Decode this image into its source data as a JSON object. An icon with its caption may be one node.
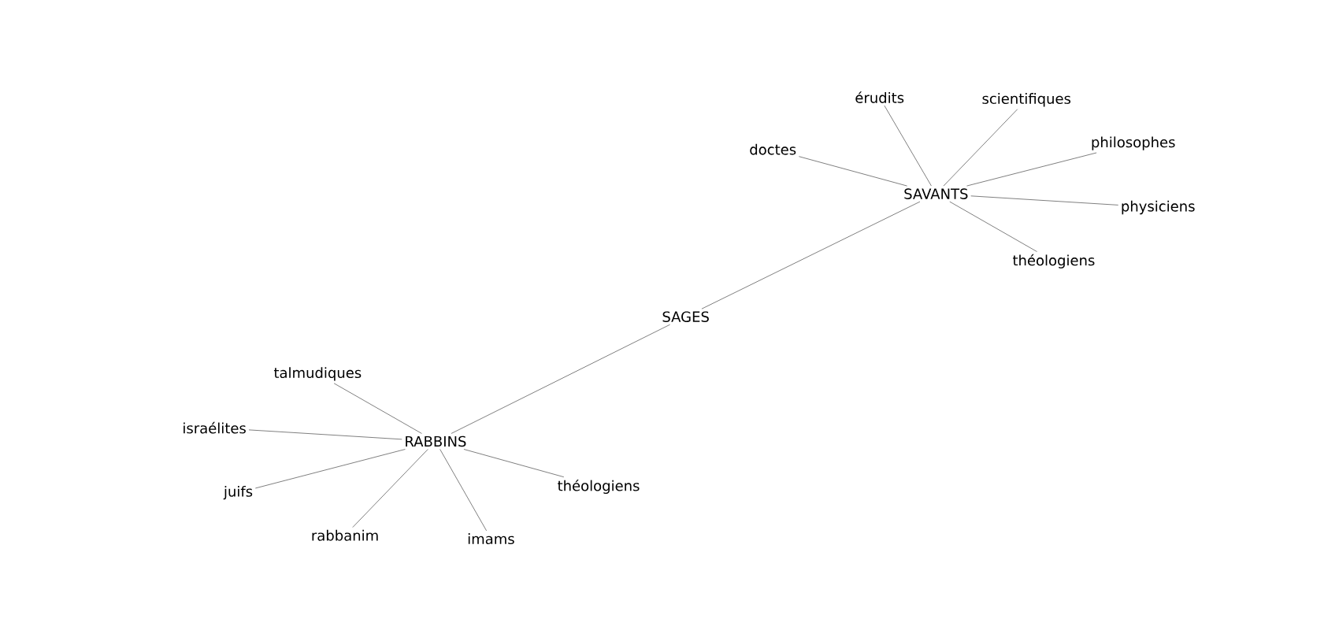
{
  "diagram": {
    "nodes": [
      {
        "text": [
          "érudits"
        ]
      },
      {
        "text": [
          "scientifiques"
        ]
      },
      {
        "text": [
          "doctes"
        ]
      },
      {
        "text": [
          "philosophes"
        ]
      },
      {
        "text": [
          "SAVANTS"
        ]
      },
      {
        "text": [
          "physiciens"
        ]
      },
      {
        "text": [
          "théologiens"
        ]
      },
      {
        "text": [
          "SAGES"
        ]
      },
      {
        "text": [
          "talmudiques"
        ]
      },
      {
        "text": [
          "israélites"
        ]
      },
      {
        "text": [
          "RABBINS"
        ]
      },
      {
        "text": [
          "théologiens"
        ]
      },
      {
        "text": [
          "juifs"
        ]
      },
      {
        "text": [
          "rabbanim"
        ]
      },
      {
        "text": [
          "imams"
        ]
      }
    ],
    "edges": [
      {
        "from": 7,
        "to": 4,
        "arrow": "none"
      },
      {
        "from": 7,
        "to": 10,
        "arrow": "none"
      },
      {
        "from": 4,
        "to": 0,
        "arrow": "none"
      },
      {
        "from": 4,
        "to": 1,
        "arrow": "none"
      },
      {
        "from": 4,
        "to": 2,
        "arrow": "none"
      },
      {
        "from": 4,
        "to": 3,
        "arrow": "none"
      },
      {
        "from": 4,
        "to": 5,
        "arrow": "none"
      },
      {
        "from": 4,
        "to": 6,
        "arrow": "none"
      },
      {
        "from": 10,
        "to": 8,
        "arrow": "none"
      },
      {
        "from": 10,
        "to": 9,
        "arrow": "none"
      },
      {
        "from": 10,
        "to": 11,
        "arrow": "none"
      },
      {
        "from": 10,
        "to": 12,
        "arrow": "none"
      },
      {
        "from": 10,
        "to": 13,
        "arrow": "none"
      },
      {
        "from": 10,
        "to": 14,
        "arrow": "none"
      }
    ]
  }
}
